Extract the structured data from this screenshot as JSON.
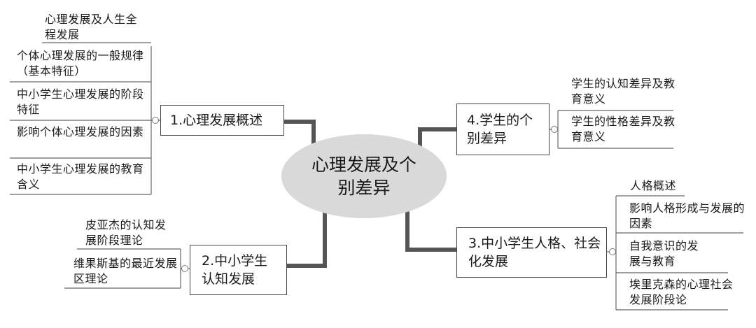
{
  "center": {
    "label": "心理发展及个别差异"
  },
  "branches": [
    {
      "label": "1.心理发展概述",
      "children": [
        "心理发展及人生全程发展",
        "个体心理发展的一般规律（基本特征）",
        "中小学生心理发展的阶段特征",
        "影响个体心理发展的因素",
        "中小学生心理发展的教育含义"
      ]
    },
    {
      "label": "2.中小学生认知发展",
      "children": [
        "皮亚杰的认知发展阶段理论",
        "维果斯基的最近发展区理论"
      ]
    },
    {
      "label": "3.中小学生人格、社会化发展",
      "children": [
        "人格概述",
        "影响人格形成与发展的因素",
        "自我意识的发展与教育",
        "埃里克森的心理社会发展阶段论"
      ]
    },
    {
      "label": "4.学生的个别差异",
      "children": [
        "学生的认知差异及教育意义",
        "学生的性格差异及教育意义"
      ]
    }
  ]
}
